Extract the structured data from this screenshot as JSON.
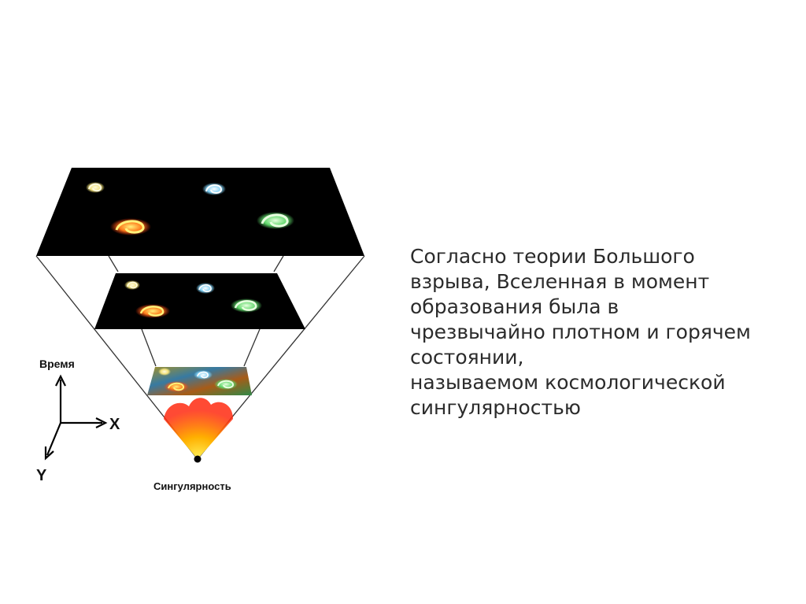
{
  "diagram": {
    "time_axis_label": "Время",
    "x_axis_label": "X",
    "y_axis_label": "Y",
    "singularity_label": "Сингулярность",
    "galaxy_colors": {
      "yellow": "#f2e27a",
      "blue": "#7fd0f5",
      "orange": "#ff7a1a",
      "green": "#5fd86a"
    },
    "plane_color": "#000000",
    "fireball_colors": [
      "#fff25a",
      "#ffb000",
      "#ff3a10"
    ]
  },
  "text": {
    "lines": [
      "Согласно теории Большого",
      "взрыва, Вселенная в момент",
      "образования была в",
      "чрезвычайно плотном и горячем",
      "состоянии,",
      "называемом космологической",
      "сингулярностью"
    ]
  }
}
